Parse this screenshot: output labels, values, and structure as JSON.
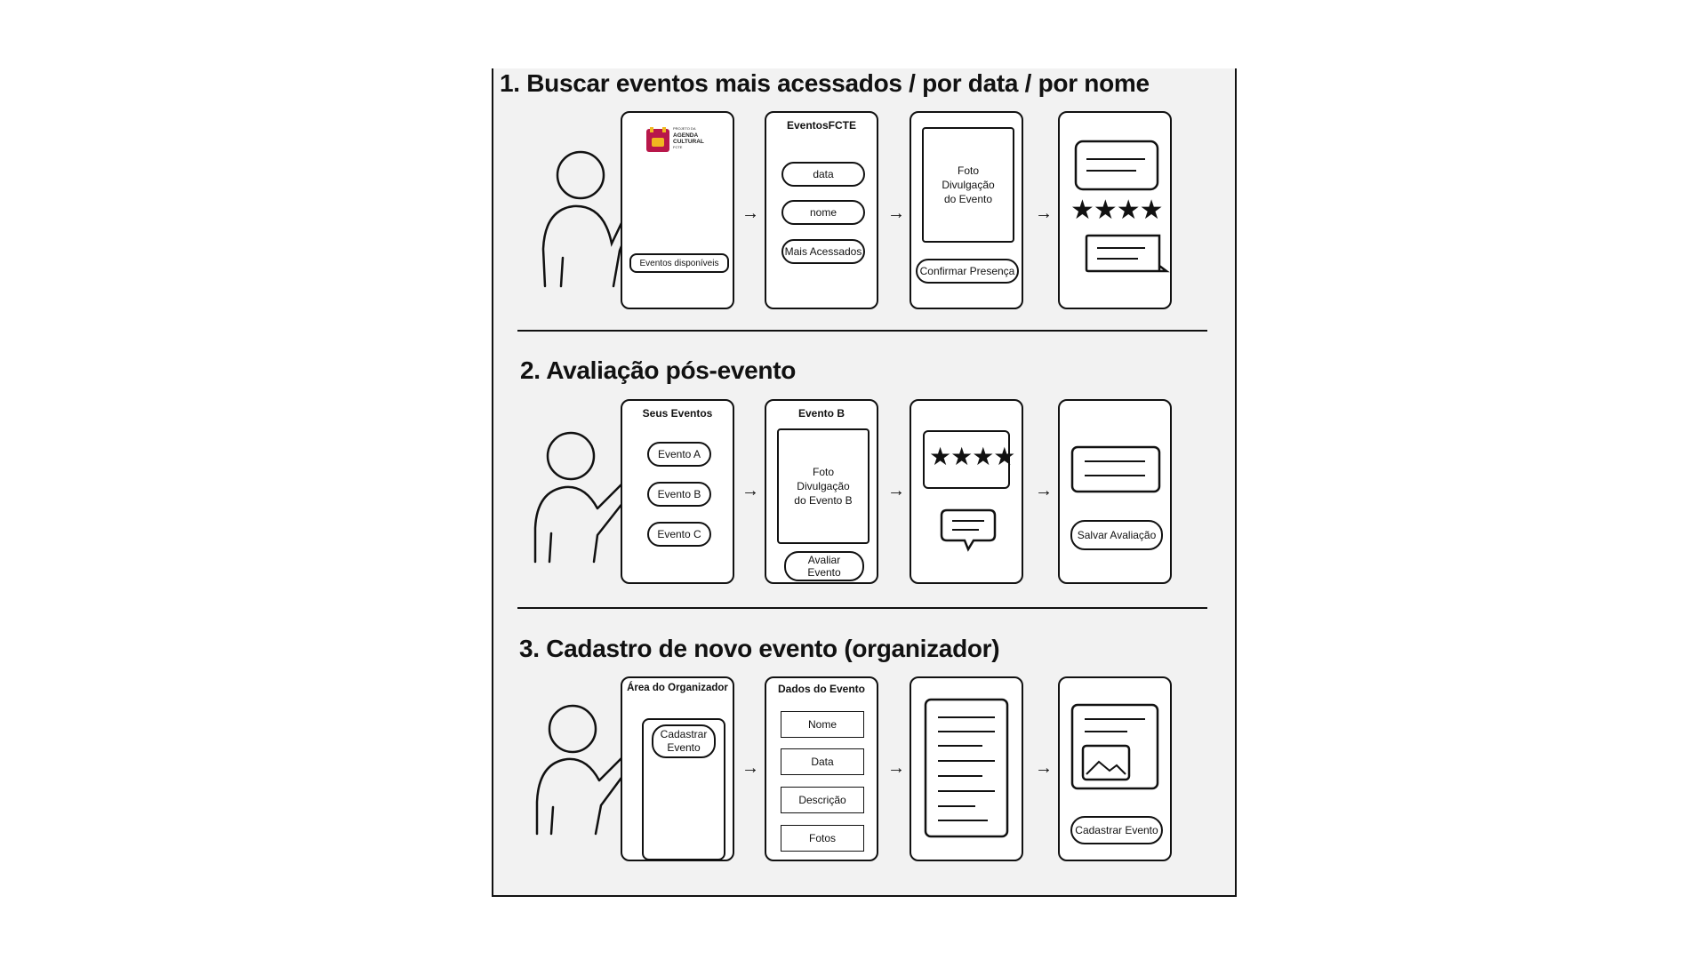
{
  "sections": {
    "s1": {
      "title": "1. Buscar eventos mais acessados / por data / por nome",
      "screen1": {
        "logo": {
          "line1": "PROJETO DA",
          "line2": "AGENDA",
          "line3": "CULTURAL",
          "line4": "FCTE"
        },
        "button": "Eventos disponíveis"
      },
      "screen2": {
        "title": "EventosFCTE",
        "options": [
          "data",
          "nome",
          "Mais Acessados"
        ]
      },
      "screen3": {
        "photo": "Foto\nDivulgação\ndo Evento",
        "button": "Confirmar Presença"
      },
      "screen4": {
        "stars": "★★★★"
      }
    },
    "s2": {
      "title": "2. Avaliação pós-evento",
      "screen1": {
        "title": "Seus Eventos",
        "items": [
          "Evento A",
          "Evento B",
          "Evento C"
        ]
      },
      "screen2": {
        "title": "Evento B",
        "photo": "Foto\nDivulgação\ndo Evento B",
        "button": "Avaliar\nEvento"
      },
      "screen3": {
        "stars": "★★★★"
      },
      "screen4": {
        "button": "Salvar Avaliação"
      }
    },
    "s3": {
      "title": "3. Cadastro de novo evento (organizador)",
      "screen1": {
        "title": "Área do Organizador",
        "button": "Cadastrar\nEvento"
      },
      "screen2": {
        "title": "Dados do Evento",
        "fields": [
          "Nome",
          "Data",
          "Descrição",
          "Fotos"
        ]
      },
      "screen4": {
        "button": "Cadastrar Evento"
      }
    }
  },
  "arrow_glyph": "→"
}
